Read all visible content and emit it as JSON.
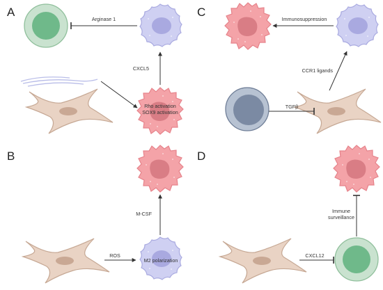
{
  "panels": {
    "a": {
      "letter": "A",
      "arginase": "Arginase 1",
      "cxcl5": "CXCL5",
      "rho": "Rho activation",
      "sox9": "SOX9 activation"
    },
    "b": {
      "letter": "B",
      "mcsf": "M-CSF",
      "ros": "ROS",
      "m2": "M2 polarization"
    },
    "c": {
      "letter": "C",
      "immuno": "Immunosuppression",
      "ccr1": "CCR1 ligands",
      "tgfb": "TGFβ"
    },
    "d": {
      "letter": "D",
      "immune": "Immune",
      "surveillance": "surveillance",
      "cxcl12": "CXCL12"
    }
  },
  "colors": {
    "tumor_fill": "#f4a3a8",
    "tumor_nucleus": "#d97d85",
    "macrophage_fill": "#cfd0f2",
    "macrophage_nucleus": "#a9a9e0",
    "fibroblast_fill": "#e9d3c4",
    "fibroblast_nucleus": "#c9a894",
    "tcell_fill": "#c9e2cf",
    "tcell_nucleus": "#6fb98a",
    "bcell_fill": "#b7c2d2",
    "bcell_nucleus": "#7b8aa3",
    "fiber": "#b9bde8",
    "arrow": "#333333"
  }
}
